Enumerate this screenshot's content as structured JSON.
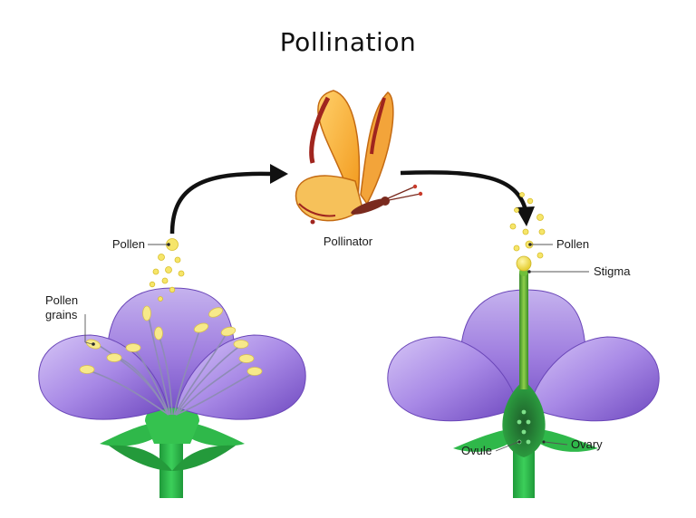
{
  "title": "Pollination",
  "labels": {
    "pollen_left": "Pollen",
    "pollen_grains_line1": "Pollen",
    "pollen_grains_line2": "grains",
    "pollinator": "Pollinator",
    "pollen_right": "Pollen",
    "stigma": "Stigma",
    "ovule": "Ovule",
    "ovary": "Ovary"
  },
  "colors": {
    "petal": "#a07fe0",
    "stem": "#2fb84a",
    "pollen": "#f6e56a",
    "butterfly": "#f29a1e",
    "arrow": "#111111"
  }
}
